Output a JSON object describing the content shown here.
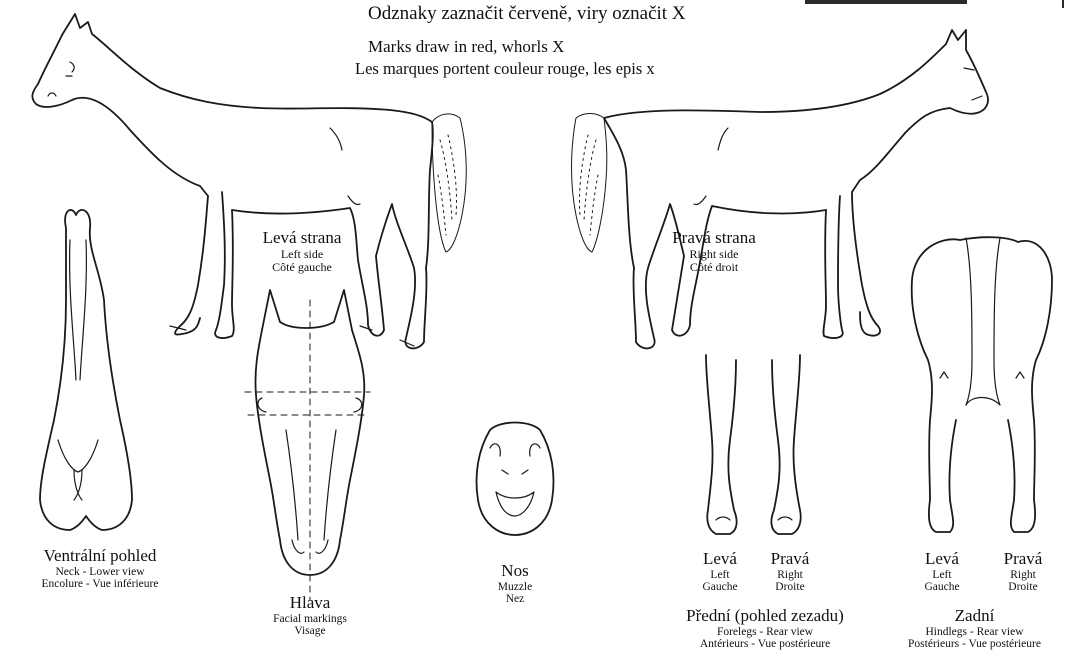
{
  "header": {
    "line_cs": "Odznaky zaznačit červeně, viry označit X",
    "line_en": "Marks draw in red, whorls X",
    "line_fr": "Les marques portent couleur rouge, les epis x"
  },
  "left_side": {
    "cs": "Levá strana",
    "en": "Left side",
    "fr": "Côté gauche"
  },
  "right_side": {
    "cs": "Pravá strana",
    "en": "Right side",
    "fr": "Côté droit"
  },
  "ventral": {
    "cs": "Ventrální pohled",
    "en": "Neck - Lower view",
    "fr": "Encolure - Vue inférieure"
  },
  "head": {
    "cs": "Hlava",
    "en": "Facial markings",
    "fr": "Visage"
  },
  "muzzle": {
    "cs": "Nos",
    "en": "Muzzle",
    "fr": "Nez"
  },
  "forelegs": {
    "left": {
      "cs": "Levá",
      "en": "Left",
      "fr": "Gauche"
    },
    "right": {
      "cs": "Pravá",
      "en": "Right",
      "fr": "Droite"
    },
    "title_cs": "Přední (pohled zezadu)",
    "title_en": "Forelegs - Rear view",
    "title_fr": "Antérieurs - Vue postérieure"
  },
  "hindlegs": {
    "left": {
      "cs": "Levá",
      "en": "Left",
      "fr": "Gauche"
    },
    "right": {
      "cs": "Pravá",
      "en": "Right",
      "fr": "Droite"
    },
    "title_cs": "Zadní",
    "title_en": "Hindlegs - Rear view",
    "title_fr": "Postérieurs - Vue postérieure"
  }
}
